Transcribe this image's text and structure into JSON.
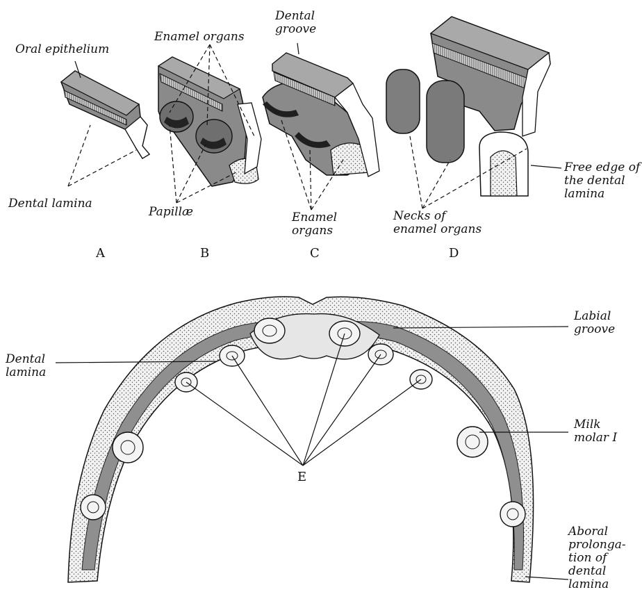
{
  "labels": {
    "oral_epithelium": "Oral epithelium",
    "enamel_organs_top": "Enamel organs",
    "dental_groove": "Dental\ngroove",
    "dental_lamina_a": "Dental lamina",
    "papillae": "Papillæ",
    "enamel_organs_bottom": "Enamel\norgans",
    "necks": "Necks of\nenamel organs",
    "free_edge": "Free edge of\nthe dental\nlamina",
    "labial_groove": "Labial\ngroove",
    "dental_lamina_e": "Dental\nlamina",
    "milk_molar": "Milk\nmolar I",
    "aboral": "Aboral\nprolonga-\ntion of\ndental\nlamina"
  },
  "panels": {
    "a": "A",
    "b": "B",
    "c": "C",
    "d": "D",
    "e": "E"
  },
  "colors": {
    "tissue_dark": "#6f6f6f",
    "tissue_mid": "#9a9a9a",
    "tissue_light": "#dcdcdc",
    "ink": "#111111"
  }
}
